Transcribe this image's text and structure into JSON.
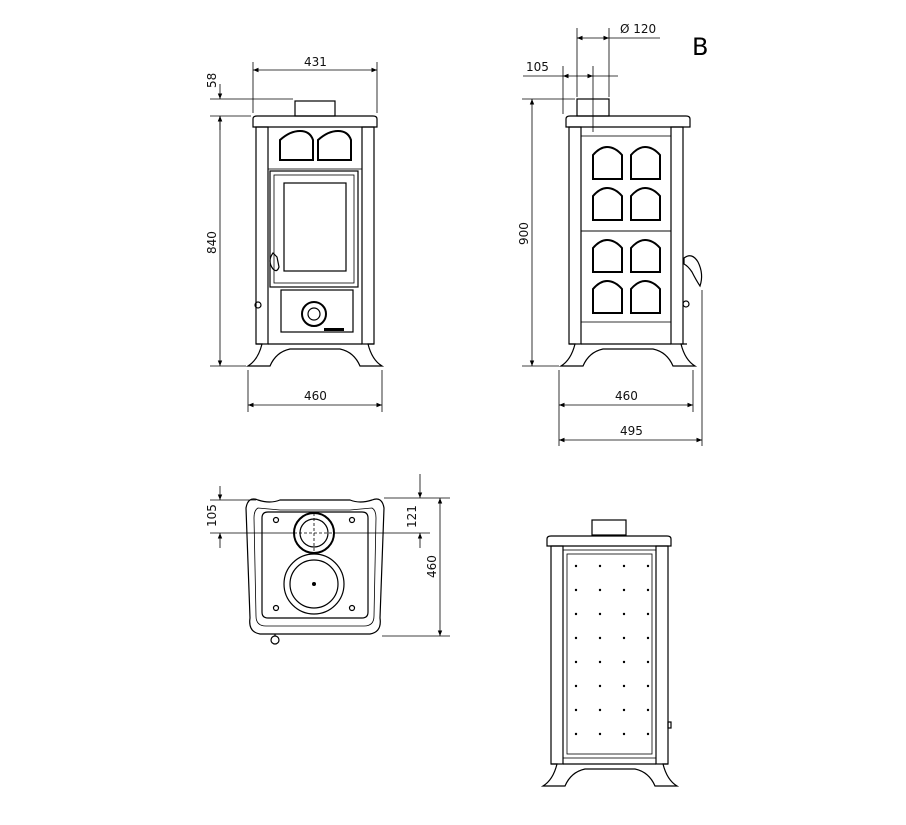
{
  "view_label": "B",
  "front_view": {
    "chimney_height": "58",
    "top_width": "431",
    "body_height": "840",
    "base_width": "460"
  },
  "side_view": {
    "flue_diameter": "Ø 120",
    "flue_offset": "105",
    "total_height": "900",
    "base_width": "460",
    "overall_depth": "495"
  },
  "top_view": {
    "flue_offset_left": "105",
    "flue_offset_right": "121",
    "depth": "460"
  },
  "colors": {
    "line": "#000000",
    "background": "#ffffff"
  }
}
